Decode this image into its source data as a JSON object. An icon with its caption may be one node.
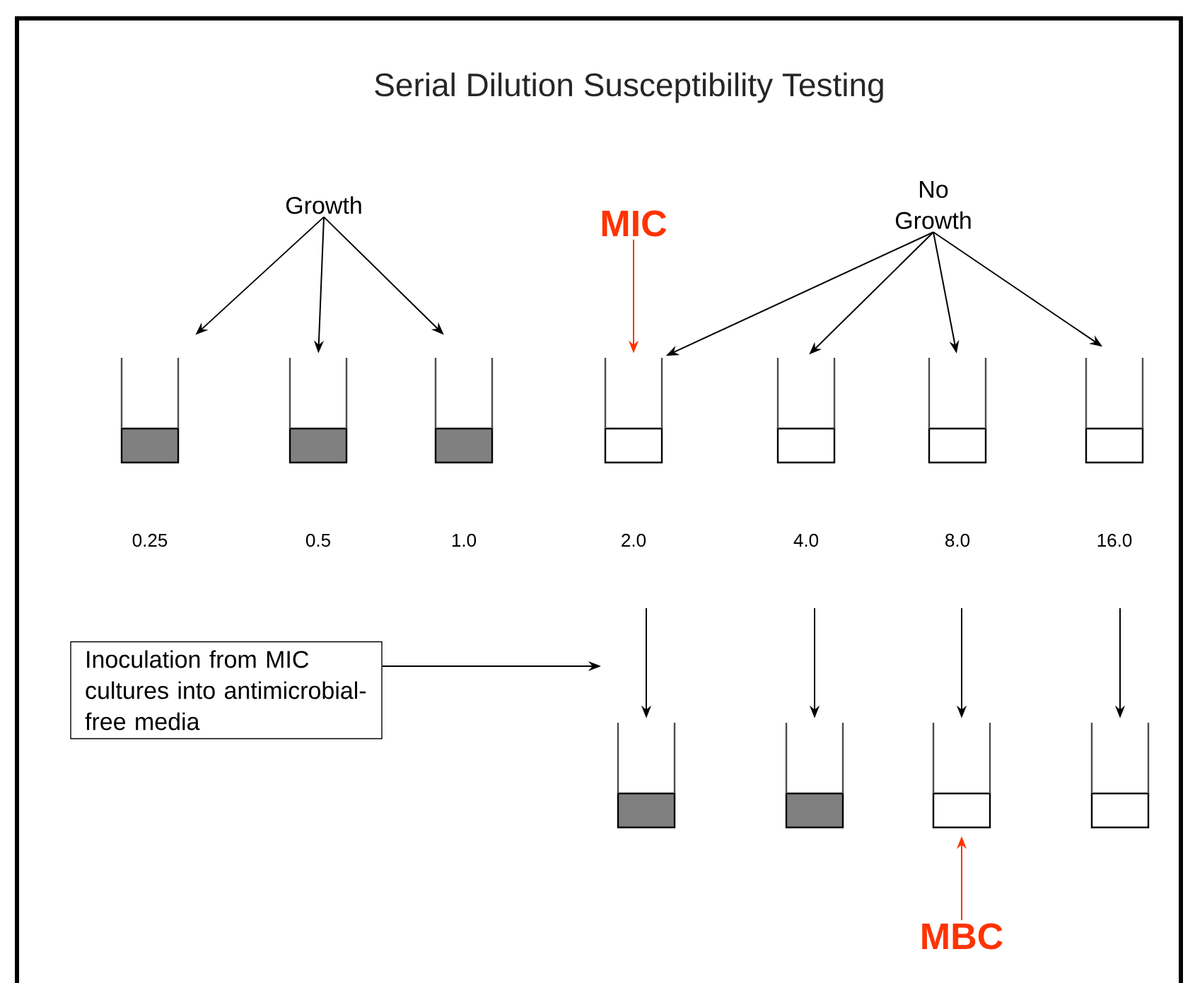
{
  "diagram": {
    "title": "Serial Dilution Susceptibility Testing",
    "nodes": [
      {
        "text": [
          "Growth"
        ]
      },
      {
        "text": [
          "MIC"
        ]
      },
      {
        "text": [
          "No Growth"
        ]
      },
      {
        "text": [],
        "shape": "tube",
        "beside": [
          "0.25"
        ]
      },
      {
        "text": [],
        "shape": "tube",
        "beside": [
          "0.5"
        ]
      },
      {
        "text": [],
        "shape": "tube",
        "beside": [
          "1.0"
        ]
      },
      {
        "text": [],
        "shape": "tube",
        "beside": [
          "2.0"
        ]
      },
      {
        "text": [],
        "shape": "tube",
        "beside": [
          "4.0"
        ]
      },
      {
        "text": [],
        "shape": "tube",
        "beside": [
          "8.0"
        ]
      },
      {
        "text": [],
        "shape": "tube",
        "beside": [
          "16.0"
        ]
      },
      {
        "text": [
          "Inoculation from MIC cultures into antimicrobial-free media"
        ]
      },
      {
        "text": [],
        "shape": "tube"
      },
      {
        "text": [],
        "shape": "tube"
      },
      {
        "text": [],
        "shape": "tube"
      },
      {
        "text": [],
        "shape": "tube"
      },
      {
        "text": [
          "MBC"
        ]
      }
    ],
    "edges": [
      {
        "from": 0,
        "to": 3,
        "arrow": "to"
      },
      {
        "from": 0,
        "to": 4,
        "arrow": "to"
      },
      {
        "from": 0,
        "to": 5,
        "arrow": "to"
      },
      {
        "from": 1,
        "to": 6,
        "arrow": "to",
        "color": "#ff3300"
      },
      {
        "from": 2,
        "to": 6,
        "arrow": "to"
      },
      {
        "from": 2,
        "to": 7,
        "arrow": "to"
      },
      {
        "from": 2,
        "to": 8,
        "arrow": "to"
      },
      {
        "from": 2,
        "to": 9,
        "arrow": "to"
      },
      {
        "from": 10,
        "to": null,
        "arrow": "to"
      },
      {
        "from": null,
        "to": 11,
        "arrow": "to"
      },
      {
        "from": null,
        "to": 12,
        "arrow": "to"
      },
      {
        "from": null,
        "to": 13,
        "arrow": "to"
      },
      {
        "from": null,
        "to": 14,
        "arrow": "to"
      },
      {
        "from": 15,
        "to": 13,
        "arrow": "to",
        "color": "#ff3300"
      }
    ]
  }
}
